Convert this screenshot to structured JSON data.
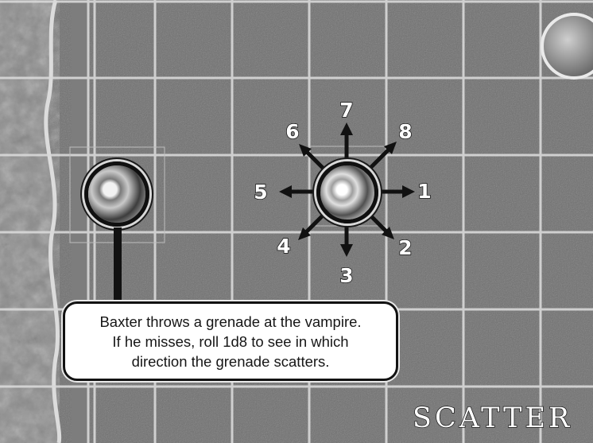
{
  "title": "SCATTER",
  "caption": {
    "lines": [
      "Baxter throws a grenade at the vampire.",
      "If he misses, roll 1d8 to see in which",
      "direction the grenade scatters."
    ]
  },
  "directions": [
    {
      "number": "1",
      "label": "east"
    },
    {
      "number": "2",
      "label": "south-east"
    },
    {
      "number": "3",
      "label": "south"
    },
    {
      "number": "4",
      "label": "south-west"
    },
    {
      "number": "5",
      "label": "west"
    },
    {
      "number": "6",
      "label": "north-west"
    },
    {
      "number": "7",
      "label": "north"
    },
    {
      "number": "8",
      "label": "north-east"
    }
  ],
  "pieces": {
    "thrower": {
      "name": "Baxter"
    },
    "target": {
      "name": "vampire"
    }
  },
  "colors": {
    "board": "#6f6f6f",
    "grid_lines": "#d9d9d9",
    "ink": "#111111",
    "caption_bg": "#ffffff"
  }
}
